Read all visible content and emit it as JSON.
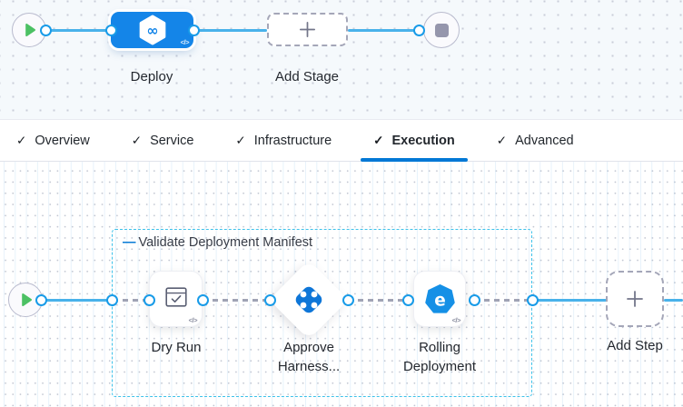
{
  "icons": {
    "check": "✓",
    "plus": "+",
    "code": "</>",
    "infinity": "∞",
    "dash": "—",
    "rolling_glyph": "e"
  },
  "colors": {
    "accent_blue": "#0278D5",
    "stage_node_blue": "#1485E8",
    "edge_blue": "#49B2EA",
    "connector_blue": "#189BE8",
    "play_green": "#4CC164",
    "group_border_cyan": "#3EC2EA",
    "dashed_edge_gray": "#A0A3B5"
  },
  "stage_canvas": {
    "deploy_label": "Deploy",
    "add_stage_label": "Add Stage"
  },
  "tabs": {
    "items": [
      {
        "label": "Overview",
        "active": false
      },
      {
        "label": "Service",
        "active": false
      },
      {
        "label": "Infrastructure",
        "active": false
      },
      {
        "label": "Execution",
        "active": true
      },
      {
        "label": "Advanced",
        "active": false
      }
    ]
  },
  "execution_canvas": {
    "group_label": "Validate Deployment Manifest",
    "steps": [
      {
        "label": "Dry Run"
      },
      {
        "label": "Approve Harness..."
      },
      {
        "label": "Rolling Deployment"
      }
    ],
    "add_step_label": "Add Step"
  }
}
